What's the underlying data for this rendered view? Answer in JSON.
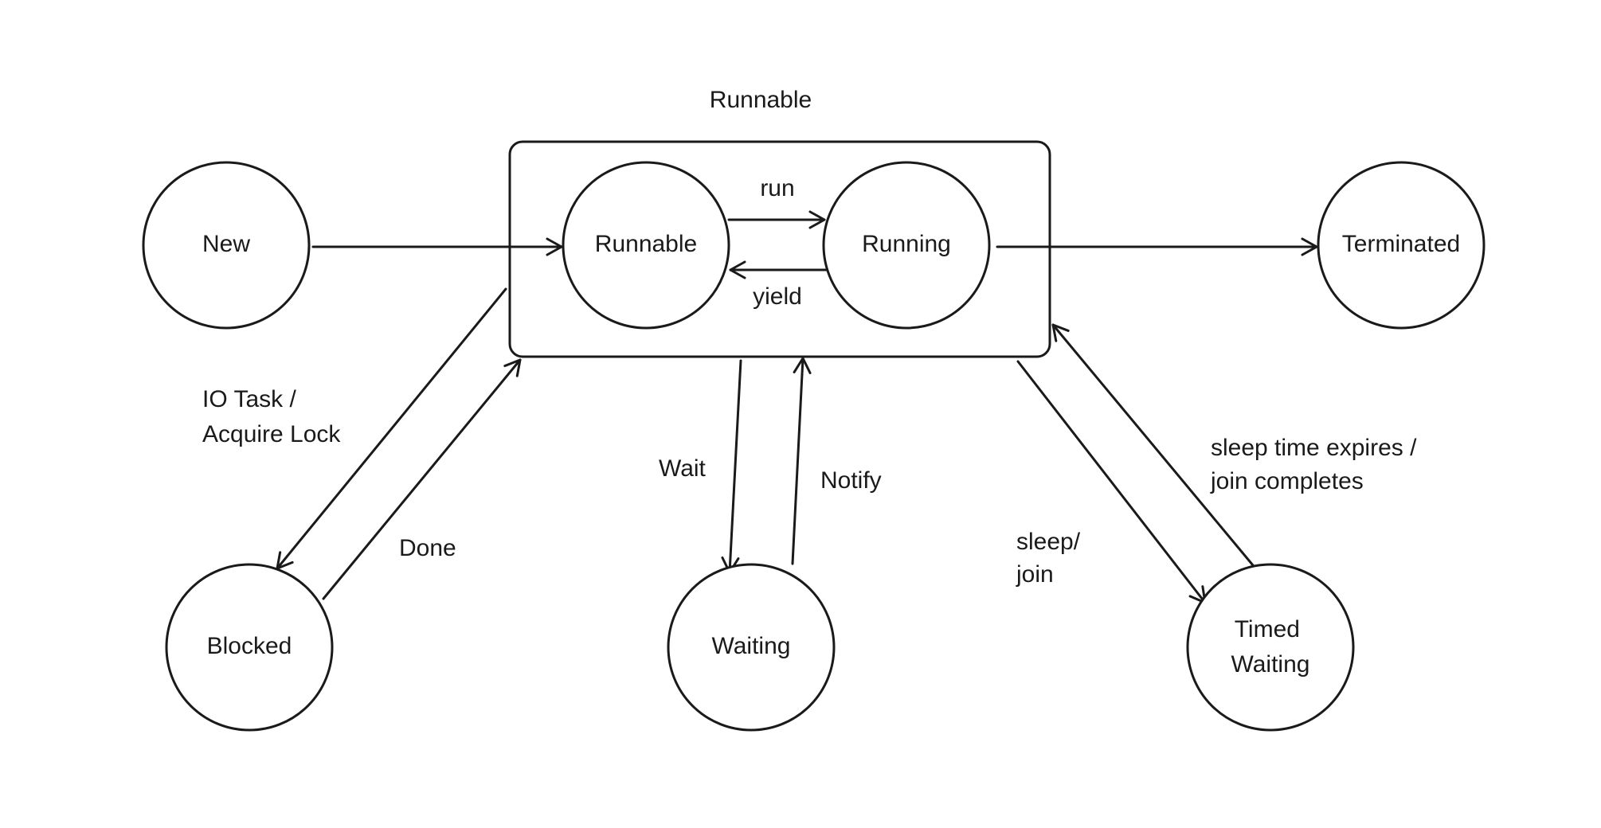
{
  "group": {
    "title": "Runnable"
  },
  "nodes": {
    "new": "New",
    "runnable": "Runnable",
    "running": "Running",
    "terminated": "Terminated",
    "blocked": "Blocked",
    "waiting": "Waiting",
    "timed_waiting": [
      "Timed",
      "Waiting"
    ]
  },
  "edges": {
    "run": "run",
    "yield": "yield",
    "io_task": [
      "IO Task /",
      "Acquire Lock"
    ],
    "done": "Done",
    "wait": "Wait",
    "notify": "Notify",
    "sleep_join": [
      "sleep/",
      "join"
    ],
    "sleep_expires": [
      "sleep time expires /",
      "join completes"
    ]
  }
}
